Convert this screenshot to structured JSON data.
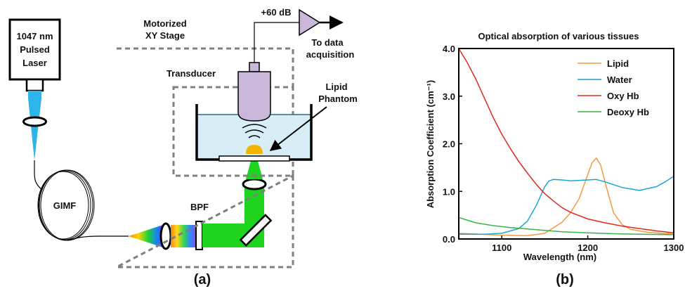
{
  "panel_a": {
    "caption": "(a)",
    "laser_label": [
      "1047 nm",
      "Pulsed",
      "Laser"
    ],
    "fiber_label": "GIMF",
    "filter_label": "BPF",
    "stage_label": [
      "Motorized",
      "XY Stage"
    ],
    "transducer_label": "Transducer",
    "phantom_label": [
      "Lipid",
      "Phantom"
    ],
    "amplifier_gain": "+60 dB",
    "daq_label": [
      "To data",
      "acquisition"
    ]
  },
  "panel_b": {
    "caption": "(b)",
    "chart_data": {
      "type": "line",
      "title": "Optical absorption of various tissues",
      "xlabel": "Wavelength (nm)",
      "ylabel": "Absorption Coefficient (cm⁻¹)",
      "xlim": [
        1050,
        1300
      ],
      "ylim": [
        0,
        4
      ],
      "xticks": [
        1100,
        1200,
        1300
      ],
      "yticks": [
        0.0,
        1.0,
        2.0,
        3.0,
        4.0
      ],
      "ytick_labels": [
        "0.0",
        "1.0",
        "2.0",
        "3.0",
        "4.0"
      ],
      "grid": false,
      "legend": "top-right",
      "series": [
        {
          "name": "Lipid",
          "color": "#f39a3e",
          "x": [
            1050,
            1100,
            1130,
            1150,
            1170,
            1180,
            1190,
            1200,
            1205,
            1210,
            1215,
            1220,
            1230,
            1240,
            1250,
            1270,
            1300
          ],
          "y": [
            0.12,
            0.08,
            0.07,
            0.12,
            0.35,
            0.55,
            0.85,
            1.35,
            1.6,
            1.7,
            1.55,
            1.2,
            0.55,
            0.3,
            0.2,
            0.14,
            0.1
          ]
        },
        {
          "name": "Water",
          "color": "#1ca3d8",
          "x": [
            1050,
            1080,
            1100,
            1120,
            1130,
            1140,
            1150,
            1155,
            1160,
            1170,
            1180,
            1200,
            1210,
            1220,
            1240,
            1260,
            1280,
            1290,
            1300
          ],
          "y": [
            0.1,
            0.1,
            0.12,
            0.22,
            0.38,
            0.7,
            1.1,
            1.22,
            1.25,
            1.24,
            1.22,
            1.24,
            1.25,
            1.2,
            1.08,
            1.02,
            1.1,
            1.2,
            1.32
          ]
        },
        {
          "name": "Oxy Hb",
          "color": "#e3251f",
          "x": [
            1050,
            1060,
            1070,
            1080,
            1090,
            1100,
            1110,
            1120,
            1130,
            1140,
            1150,
            1160,
            1170,
            1180,
            1200,
            1220,
            1240,
            1260,
            1280,
            1300
          ],
          "y": [
            4.0,
            3.7,
            3.35,
            2.95,
            2.55,
            2.2,
            1.9,
            1.62,
            1.38,
            1.15,
            0.95,
            0.8,
            0.66,
            0.56,
            0.42,
            0.34,
            0.27,
            0.22,
            0.17,
            0.13
          ]
        },
        {
          "name": "Deoxy Hb",
          "color": "#3bb34a",
          "x": [
            1050,
            1070,
            1090,
            1110,
            1130,
            1150,
            1170,
            1200,
            1230,
            1260,
            1300
          ],
          "y": [
            0.45,
            0.34,
            0.28,
            0.24,
            0.21,
            0.18,
            0.15,
            0.13,
            0.11,
            0.1,
            0.09
          ]
        }
      ]
    }
  }
}
